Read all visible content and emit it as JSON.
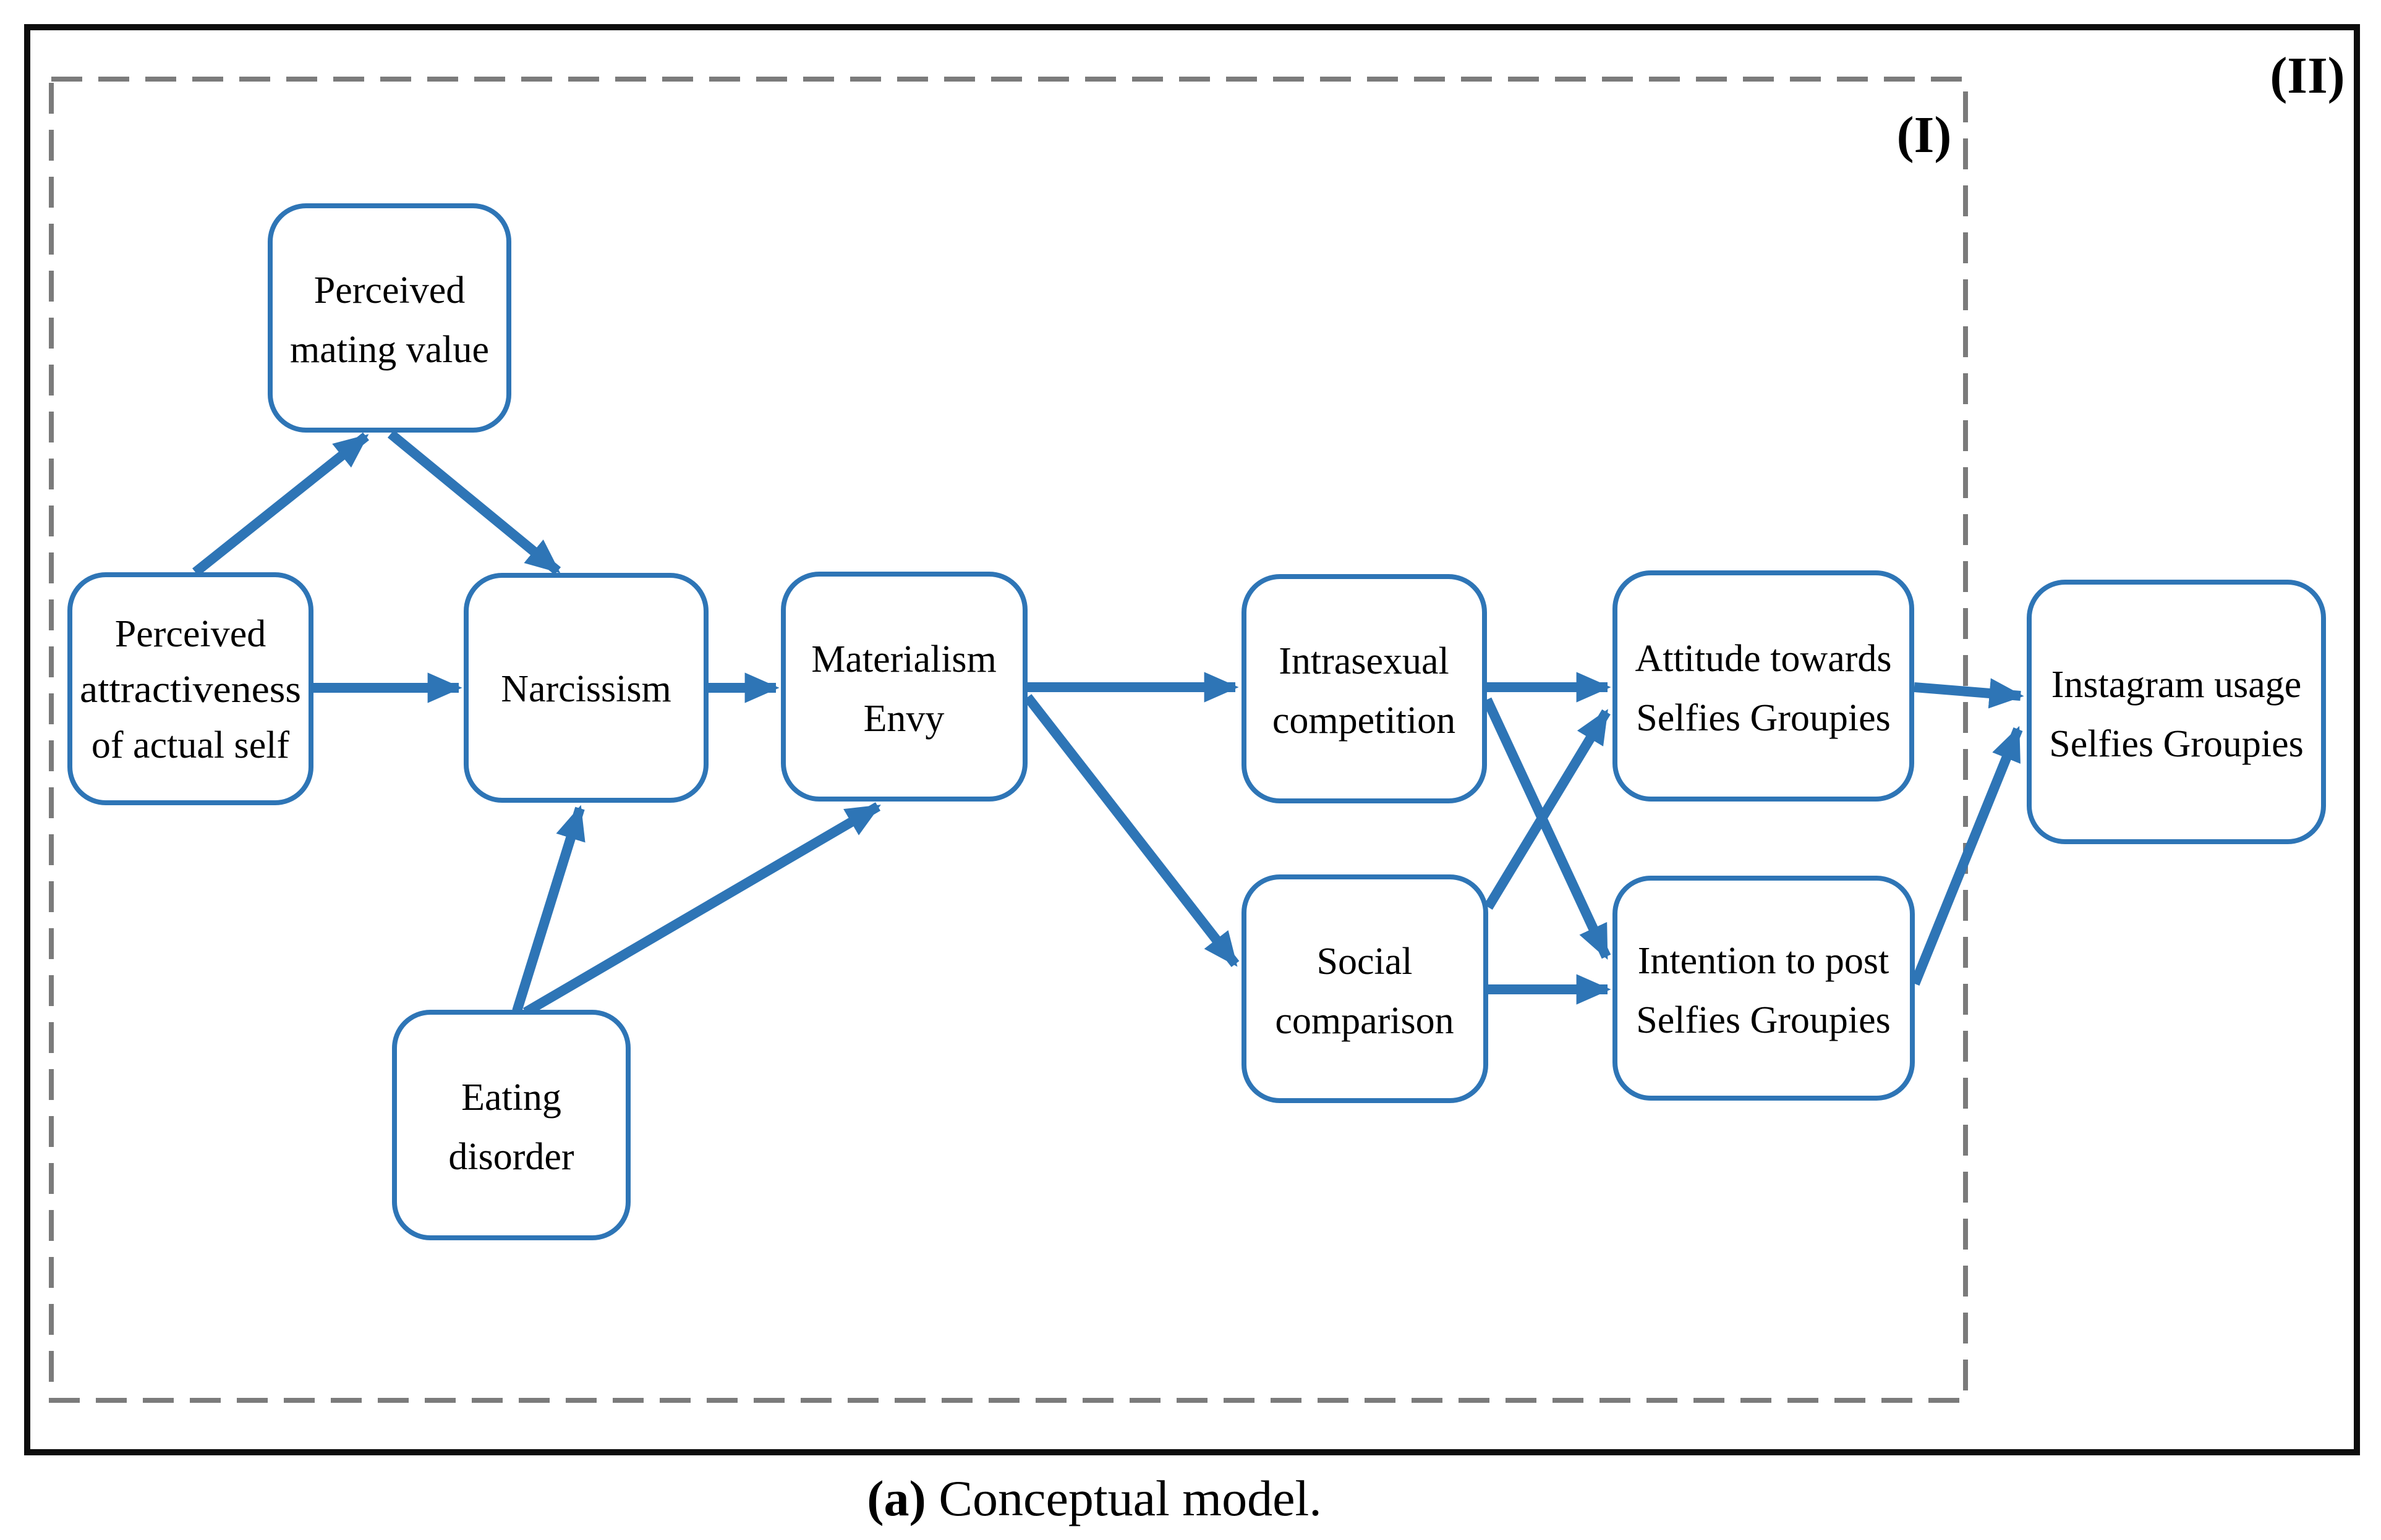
{
  "figure": {
    "caption": {
      "marker": "(a)",
      "text": " Conceptual model."
    },
    "regions": {
      "inner_label": "(I)",
      "outer_label": "(II)"
    }
  },
  "colors": {
    "box_border": "#2e75b6",
    "arrow": "#2e75b6",
    "dashed_border": "#7b7b7b",
    "outer_border": "#0d0d0d",
    "text": "#000000",
    "background": "#ffffff"
  },
  "nodes": {
    "perceived_mating_value": {
      "lines": [
        "Perceived",
        "mating value"
      ]
    },
    "perceived_attractiveness": {
      "lines": [
        "Perceived",
        "attractiveness",
        "of actual self"
      ]
    },
    "narcissism": {
      "lines": [
        "Narcissism"
      ]
    },
    "materialism_envy": {
      "lines": [
        "Materialism",
        "Envy"
      ]
    },
    "eating_disorder": {
      "lines": [
        "Eating",
        "disorder"
      ]
    },
    "intrasexual_competition": {
      "lines": [
        "Intrasexual",
        "competition"
      ]
    },
    "social_comparison": {
      "lines": [
        "Social",
        "comparison"
      ]
    },
    "attitude_selfies_groupies": {
      "lines": [
        "Attitude towards",
        "Selfies Groupies"
      ]
    },
    "intention_post_selfies_groupies": {
      "lines": [
        "Intention to post",
        "Selfies Groupies"
      ]
    },
    "instagram_usage_selfies_groupies": {
      "lines": [
        "Instagram usage",
        "Selfies Groupies"
      ]
    }
  },
  "edges": [
    {
      "from": "perceived_attractiveness",
      "to": "perceived_mating_value"
    },
    {
      "from": "perceived_mating_value",
      "to": "narcissism"
    },
    {
      "from": "perceived_attractiveness",
      "to": "narcissism"
    },
    {
      "from": "narcissism",
      "to": "materialism_envy"
    },
    {
      "from": "eating_disorder",
      "to": "narcissism"
    },
    {
      "from": "eating_disorder",
      "to": "materialism_envy"
    },
    {
      "from": "materialism_envy",
      "to": "intrasexual_competition"
    },
    {
      "from": "materialism_envy",
      "to": "social_comparison"
    },
    {
      "from": "intrasexual_competition",
      "to": "attitude_selfies_groupies"
    },
    {
      "from": "intrasexual_competition",
      "to": "intention_post_selfies_groupies"
    },
    {
      "from": "social_comparison",
      "to": "attitude_selfies_groupies"
    },
    {
      "from": "social_comparison",
      "to": "intention_post_selfies_groupies"
    },
    {
      "from": "attitude_selfies_groupies",
      "to": "instagram_usage_selfies_groupies"
    },
    {
      "from": "intention_post_selfies_groupies",
      "to": "instagram_usage_selfies_groupies"
    }
  ]
}
